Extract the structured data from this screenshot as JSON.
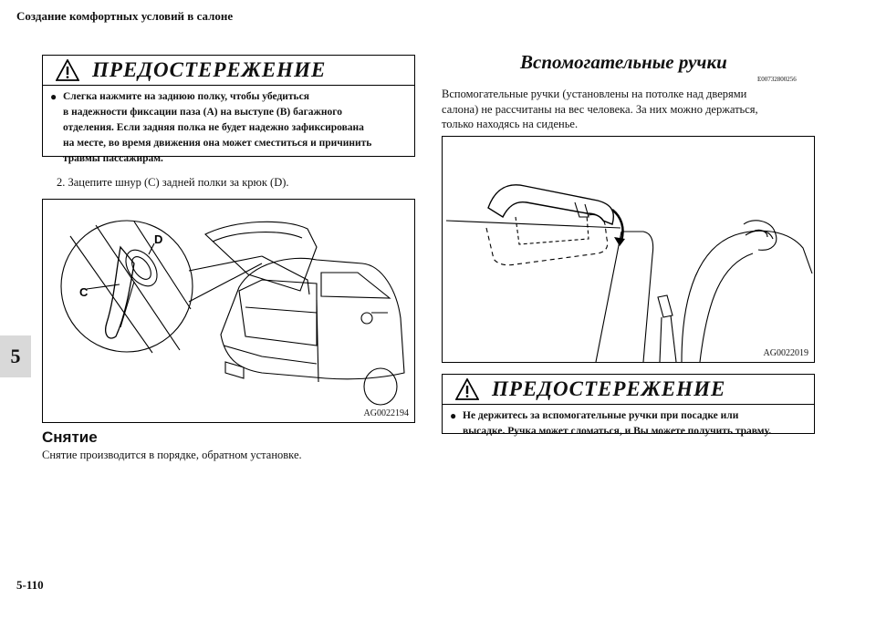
{
  "header": {
    "section_title": "Создание комфортных условий в салоне"
  },
  "side_tab": {
    "chapter": "5"
  },
  "footer": {
    "page_number": "5-110"
  },
  "left": {
    "warning": {
      "title": "ПРЕДОСТЕРЕЖЕНИЕ",
      "bullet": "●",
      "line1": "Слегка нажмите на заднюю полку, чтобы убедиться",
      "line2": "в надежности фиксации паза (A) на выступе (B) багажного",
      "line3": "отделения. Если задняя полка не будет надежно зафиксирована",
      "line4": "на месте, во время движения она может сместиться и причинить",
      "line5": "травмы пассажирам."
    },
    "step2": "2.  Зацепите шнур (C) задней полки за крюк (D).",
    "figure": {
      "label_c": "C",
      "label_d": "D",
      "code": "AG0022194"
    },
    "removal_heading": "Снятие",
    "removal_text": "Снятие производится в порядке, обратном установке."
  },
  "right": {
    "heading": "Вспомогательные ручки",
    "ref_code": "E00732800256",
    "p1": "Вспомогательные ручки (установлены на потолке над дверями",
    "p2": "салона) не рассчитаны на вес человека. За них можно держаться,",
    "p3": "только находясь на сиденье.",
    "figure": {
      "code": "AG0022019"
    },
    "warning": {
      "title": "ПРЕДОСТЕРЕЖЕНИЕ",
      "bullet": "●",
      "line1": "Не держитесь за вспомогательные ручки при посадке или",
      "line2": "высадке. Ручка может сломаться, и Вы можете получить травму."
    }
  }
}
